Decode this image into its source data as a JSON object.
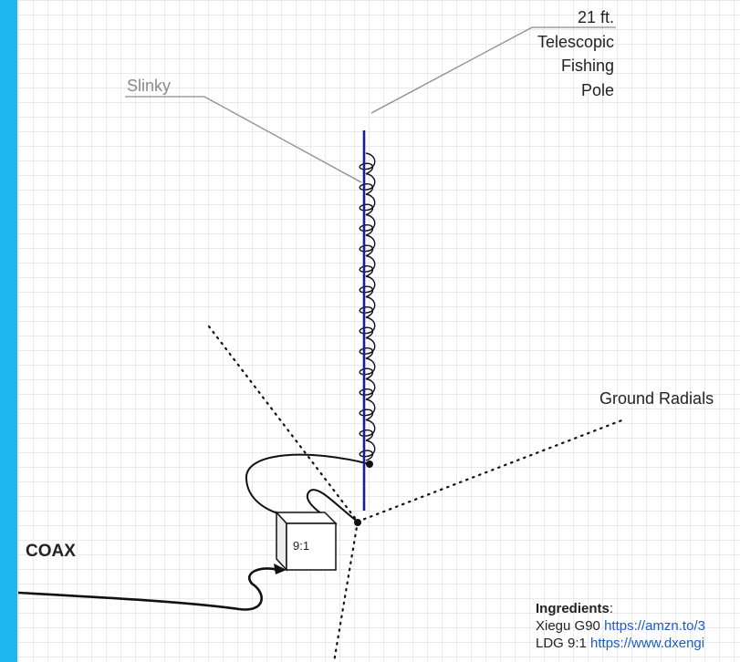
{
  "colors": {
    "accent_bar": "#1eb6f0",
    "pole": "#1a1aa0",
    "link": "#1a5ec2"
  },
  "labels": {
    "pole_lines": [
      "21 ft.",
      "Telescopic",
      "Fishing",
      "Pole"
    ],
    "slinky": "Slinky",
    "ground_radials": "Ground Radials",
    "coax": "COAX",
    "transformer": "9:1"
  },
  "ingredients": {
    "heading": "Ingredients",
    "colon": ":",
    "items": [
      {
        "name": "Xiegu G90 ",
        "link": "https://amzn.to/3"
      },
      {
        "name": "LDG 9:1 ",
        "link": "https://www.dxengi"
      }
    ]
  }
}
